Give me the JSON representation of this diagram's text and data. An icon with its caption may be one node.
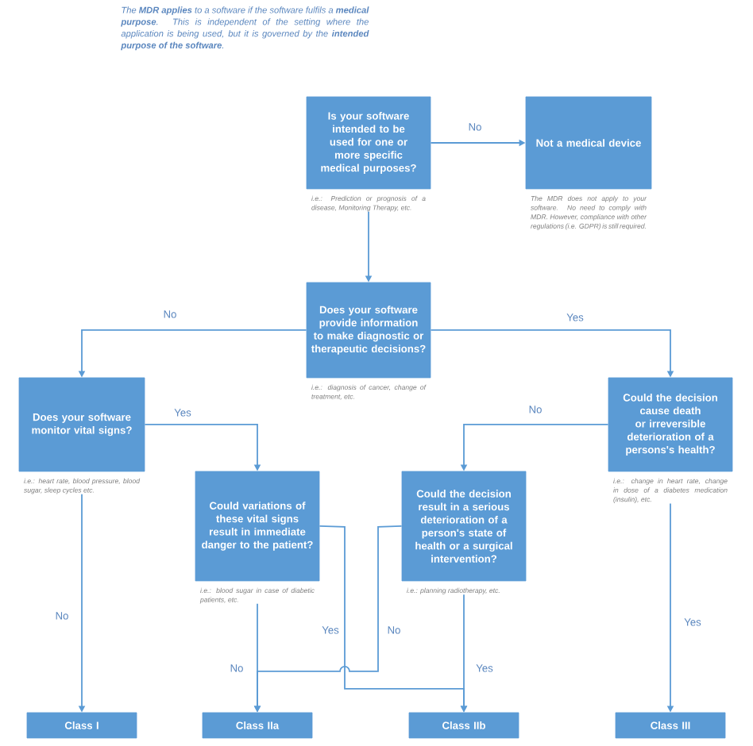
{
  "diagram": {
    "nodes": [
      {
        "text": [
          "Is your software intended to be used for one or more specific medical purposes?"
        ],
        "beside": [
          "i.e.: Prediction or prognosis of a disease, Monitoring Therapy, etc."
        ]
      },
      {
        "text": [
          "Not a medical device"
        ],
        "beside": [
          "The MDR does not apply to your software. No need to comply with MDR. However, compliance with other regulations (i.e. GDPR) is still required."
        ]
      },
      {
        "text": [
          "Does your software provide information to make diagnostic or therapeutic decisions?"
        ],
        "beside": [
          "i.e.: diagnosis of cancer, change of treatment, etc."
        ]
      },
      {
        "text": [
          "Does your software monitor vital signs?"
        ],
        "beside": [
          "i.e.: heart rate, blood pressure, blood sugar, sleep cycles etc."
        ]
      },
      {
        "text": [
          "Could variations of these vital signs result in immediate danger to the patient?"
        ],
        "beside": [
          "i.e.: blood sugar in case of diabetic patients, etc."
        ]
      },
      {
        "text": [
          "Could the decision result in a serious deterioration of a person's state of health or a surgical intervention?"
        ],
        "beside": [
          "i.e.: planning radiotherapy, etc."
        ]
      },
      {
        "text": [
          "Could the decision cause death or irreversible deterioration of a persons's health?"
        ],
        "beside": [
          "i.e.: change in heart rate, change in dose of a diabetes medication (insulin), etc."
        ]
      },
      {
        "text": [
          "Class I"
        ]
      },
      {
        "text": [
          "Class IIa"
        ]
      },
      {
        "text": [
          "Class IIb"
        ]
      },
      {
        "text": [
          "Class III"
        ]
      }
    ],
    "edges": [
      {
        "from": 0,
        "to": 1,
        "arrow": "to",
        "label": "No"
      },
      {
        "from": 0,
        "to": 2,
        "arrow": "to"
      },
      {
        "from": 2,
        "to": 3,
        "arrow": "to",
        "label": "No"
      },
      {
        "from": 2,
        "to": 6,
        "arrow": "to",
        "label": "Yes"
      },
      {
        "from": 3,
        "to": 7,
        "arrow": "to",
        "label": "No"
      },
      {
        "from": 3,
        "to": 4,
        "arrow": "to",
        "label": "Yes"
      },
      {
        "from": 6,
        "to": 5,
        "arrow": "to",
        "label": "No"
      },
      {
        "from": 6,
        "to": 10,
        "arrow": "to",
        "label": "Yes"
      },
      {
        "from": 4,
        "to": 8,
        "arrow": "to",
        "label": "No"
      },
      {
        "from": 4,
        "to": 9,
        "arrow": "to",
        "label": "Yes"
      },
      {
        "from": 5,
        "to": 8,
        "arrow": "to",
        "label": "No"
      },
      {
        "from": 5,
        "to": 9,
        "arrow": "to",
        "label": "Yes"
      }
    ],
    "labels": [
      "The **MDR applies** to a software if the software fulfils a **medical purpose**. This is independent of the setting where the application is being used, but it is governed by the **intended purpose of the software**."
    ]
  }
}
